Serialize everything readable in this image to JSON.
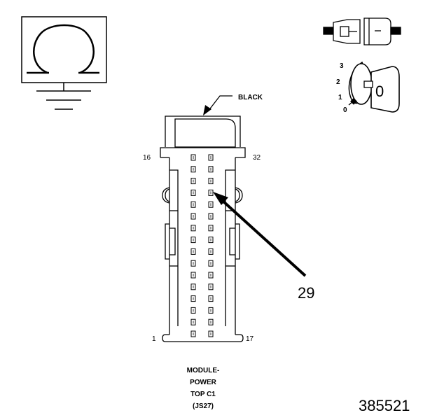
{
  "connector": {
    "color_label": "BLACK",
    "pin_label_top_left": "16",
    "pin_label_top_right": "32",
    "pin_label_bottom_left": "1",
    "pin_label_bottom_right": "17",
    "callout_pin": "29"
  },
  "caption": {
    "line1": "MODULE-",
    "line2": "POWER",
    "line3": "TOP C1",
    "line4": "(JS27)"
  },
  "ignition": {
    "pos_3": "3",
    "pos_2": "2",
    "pos_1": "1",
    "pos_0": "0",
    "key_label": "0"
  },
  "figure_number": "385521"
}
